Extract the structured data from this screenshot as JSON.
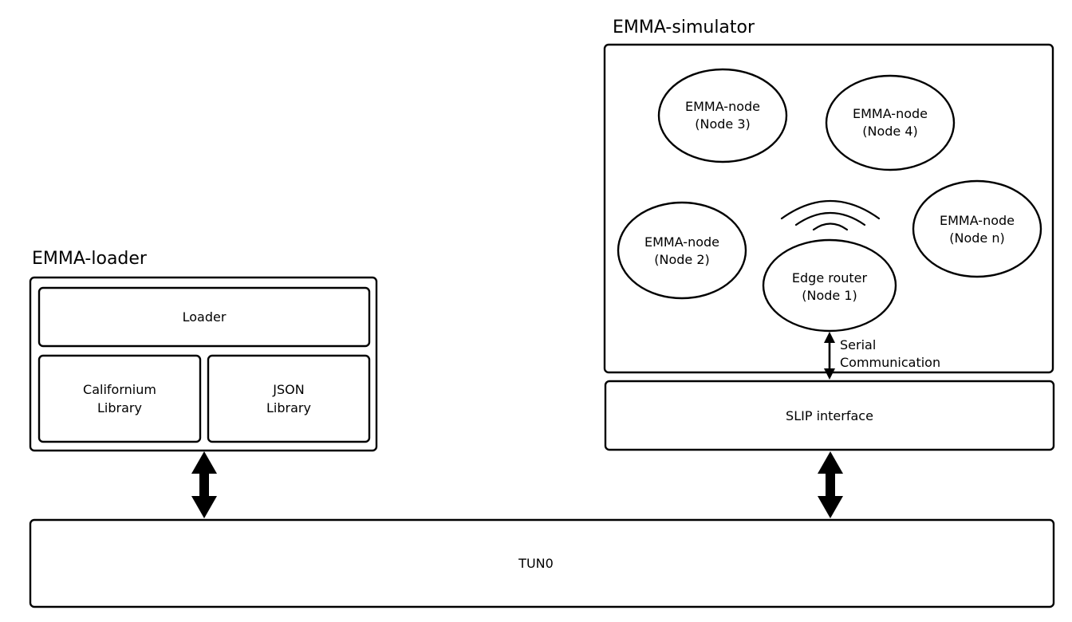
{
  "loader_group": {
    "title": "EMMA-loader",
    "loader": "Loader",
    "californium": [
      "Californium",
      "Library"
    ],
    "json": [
      "JSON",
      "Library"
    ]
  },
  "simulator_group": {
    "title": "EMMA-simulator",
    "nodes": {
      "node3": [
        "EMMA-node",
        "(Node 3)"
      ],
      "node4": [
        "EMMA-node",
        "(Node 4)"
      ],
      "node2": [
        "EMMA-node",
        "(Node 2)"
      ],
      "noden": [
        "EMMA-node",
        "(Node n)"
      ],
      "edge": [
        "Edge router",
        "(Node 1)"
      ]
    },
    "serial": [
      "Serial",
      "Communication"
    ],
    "slip": "SLIP interface"
  },
  "tun": "TUN0",
  "icons": {
    "wireless": "wireless-signal-icon",
    "serial_arrow": "double-arrow-thin-icon",
    "link_arrow": "double-arrow-thick-icon"
  }
}
